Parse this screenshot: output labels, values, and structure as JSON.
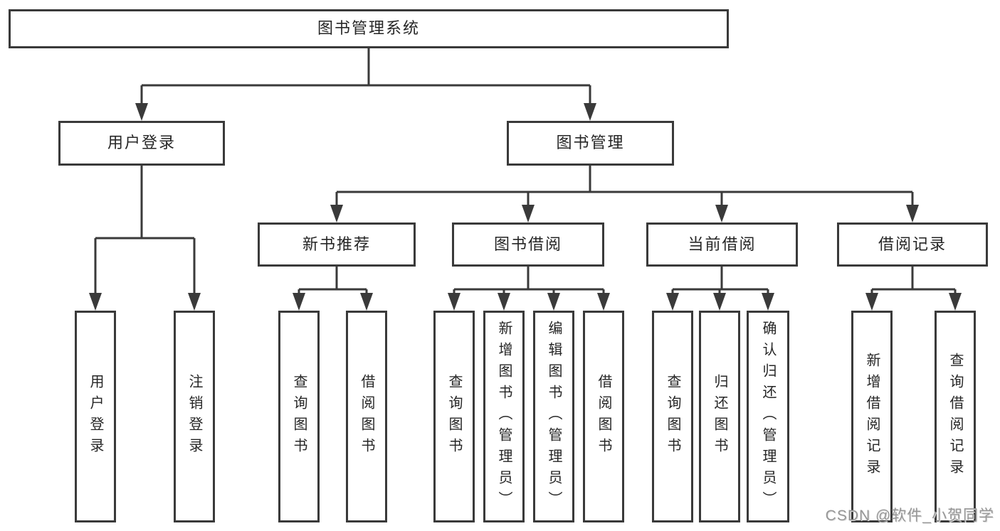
{
  "diagram": {
    "type": "hierarchy-tree",
    "colors": {
      "line": "#3a3a3a",
      "box_border": "#3a3a3a",
      "box_fill": "#ffffff",
      "text": "#262626",
      "watermark": "#979797",
      "background": "#ffffff"
    }
  },
  "nodes": {
    "root": "图书管理系统",
    "login_group": "用户登录",
    "book_mgmt": "图书管理",
    "new_book_rec": "新书推荐",
    "book_borrow": "图书借阅",
    "current_borrow": "当前借阅",
    "borrow_records": "借阅记录",
    "user_login": "用户登录",
    "logout": "注销登录",
    "nbr_query_books": "查询图书",
    "nbr_borrow_books": "借阅图书",
    "bb_query_books": "查询图书",
    "bb_add_books": "新增图书（管理员）",
    "bb_edit_books": "编辑图书（管理员）",
    "bb_borrow_books": "借阅图书",
    "cb_query_books": "查询图书",
    "cb_return_books": "归还图书",
    "cb_confirm_return": "确认归还（管理员）",
    "br_add_record": "新增借阅记录",
    "br_query_record": "查询借阅记录"
  },
  "watermark": {
    "text": "CSDN @软件_小贺同学"
  }
}
